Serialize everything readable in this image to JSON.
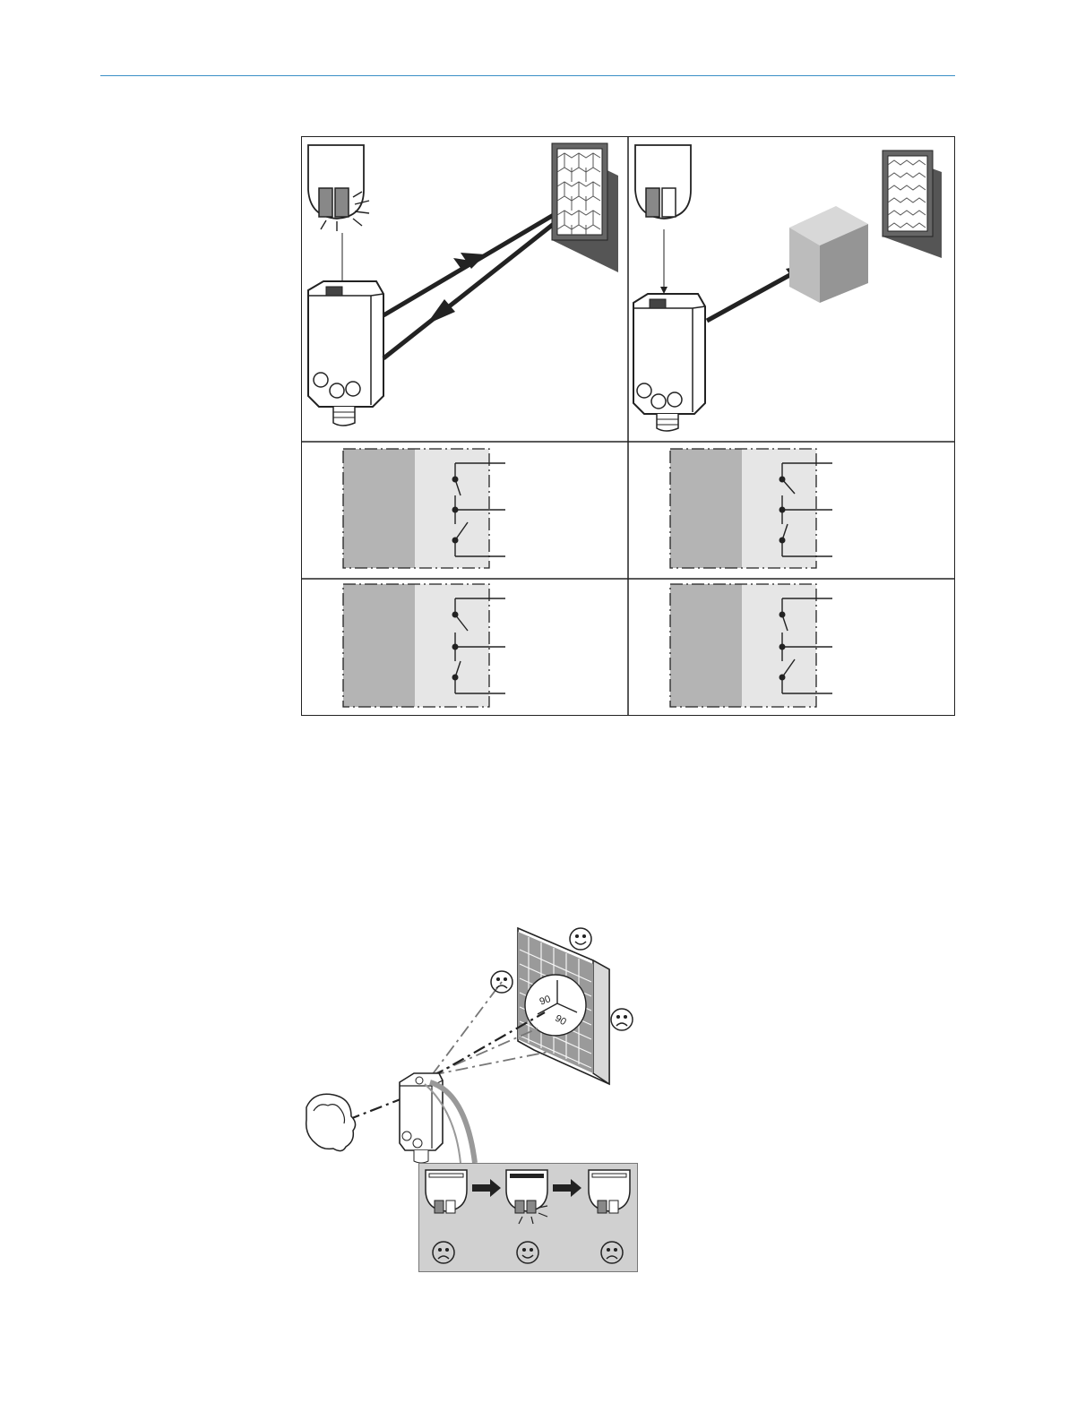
{
  "page": {
    "header_rule_color": "#3a8fc7"
  },
  "figure_top": {
    "left_panel": {
      "status": "receiving-light",
      "led_indicator": "on",
      "beam": "reflected-back-from-reflector"
    },
    "right_panel": {
      "status": "beam-interrupted",
      "led_indicator": "off",
      "beam": "blocked-by-object"
    },
    "switching_diagrams": {
      "rows": 2,
      "columns": 2,
      "colors": {
        "dark_block": "#b4b4b4",
        "light_block": "#e6e6e6",
        "frame_dash": "#222222"
      }
    }
  },
  "figure_bottom": {
    "alignment_scene": {
      "reflector_angle_labels": [
        "90",
        "90"
      ],
      "face_states": [
        "sad",
        "happy",
        "sad"
      ]
    },
    "led_sequence": {
      "steps": [
        "off",
        "on",
        "off"
      ],
      "faces": [
        "sad",
        "happy",
        "sad"
      ],
      "panel_color": "#d0d0d0"
    }
  }
}
